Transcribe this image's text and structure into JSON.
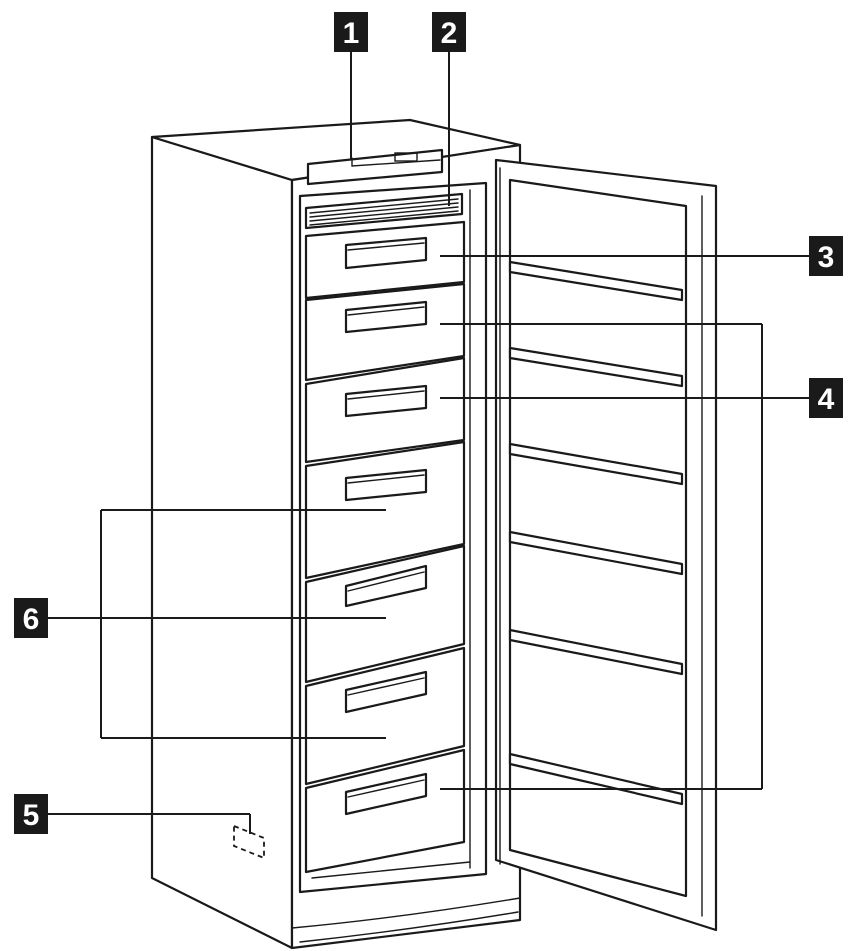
{
  "callouts": [
    {
      "id": "1",
      "label": "1"
    },
    {
      "id": "2",
      "label": "2"
    },
    {
      "id": "3",
      "label": "3"
    },
    {
      "id": "4",
      "label": "4"
    },
    {
      "id": "5",
      "label": "5"
    },
    {
      "id": "6",
      "label": "6"
    }
  ],
  "colors": {
    "outline": "#1a1a1a",
    "label_bg": "#1a1a1a",
    "label_text": "#ffffff",
    "background": "#ffffff"
  }
}
